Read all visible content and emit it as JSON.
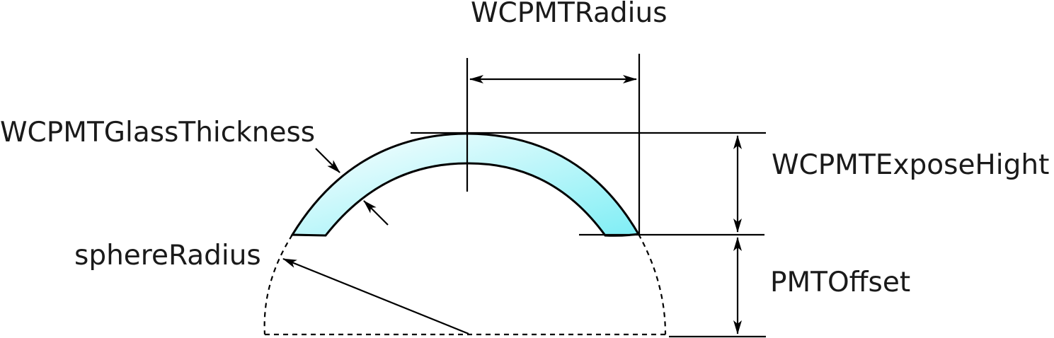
{
  "labels": {
    "radius": "WCPMTRadius",
    "glass_thickness": "WCPMTGlassThickness",
    "expose_height": "WCPMTExposeHight",
    "sphere_radius": "sphereRadius",
    "offset": "PMTOffset"
  },
  "colors": {
    "glass_light": "#ffffff",
    "glass_dark": "#7feef5",
    "stroke": "#000000",
    "text": "#1a1a1a"
  }
}
